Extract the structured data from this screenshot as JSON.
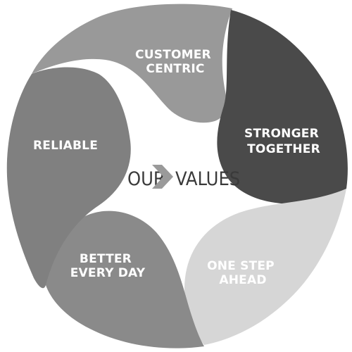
{
  "center": {
    "left_word": "OUR",
    "right_word": "VALUES",
    "text_color": "#3a3a3a",
    "chevron_color": "#9a9a9a"
  },
  "values": [
    {
      "id": "customer-centric",
      "lines": [
        "CUSTOMER",
        "CENTRIC"
      ],
      "fill": "#999999",
      "text_color": "#ffffff"
    },
    {
      "id": "stronger-together",
      "lines": [
        "STRONGER",
        "TOGETHER"
      ],
      "fill": "#4a4a4a",
      "text_color": "#ffffff"
    },
    {
      "id": "one-step-ahead",
      "lines": [
        "ONE STEP",
        "AHEAD"
      ],
      "fill": "#d6d6d6",
      "text_color": "#ffffff"
    },
    {
      "id": "better-every-day",
      "lines": [
        "BETTER",
        "EVERY DAY"
      ],
      "fill": "#8a8a8a",
      "text_color": "#ffffff"
    },
    {
      "id": "reliable",
      "lines": [
        "RELIABLE"
      ],
      "fill": "#808080",
      "text_color": "#ffffff"
    }
  ]
}
